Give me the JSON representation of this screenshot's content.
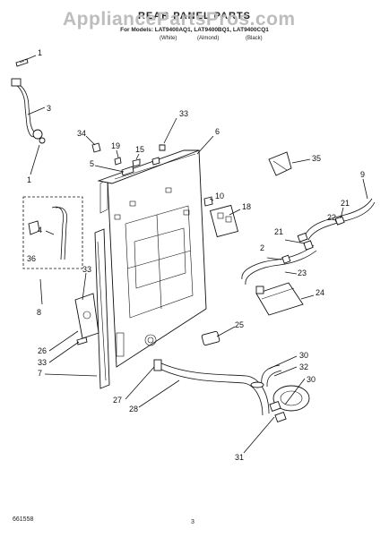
{
  "watermark": "AppliancePartsPros.com",
  "header": {
    "title": "REAR PANEL PARTS",
    "models": "For Models: LAT9400AQ1, LAT9400BQ1, LAT9400CQ1",
    "variants": [
      "(White)",
      "(Almond)",
      "(Black)"
    ]
  },
  "callouts": [
    "1",
    "3",
    "33",
    "6",
    "34",
    "19",
    "15",
    "5",
    "35",
    "9",
    "10",
    "18",
    "21",
    "22",
    "4",
    "36",
    "2",
    "21",
    "23",
    "24",
    "33",
    "8",
    "26",
    "25",
    "33",
    "7",
    "30",
    "32",
    "30",
    "27",
    "28",
    "31",
    "1"
  ],
  "footer": {
    "doc_code": "661558",
    "page": "3"
  }
}
